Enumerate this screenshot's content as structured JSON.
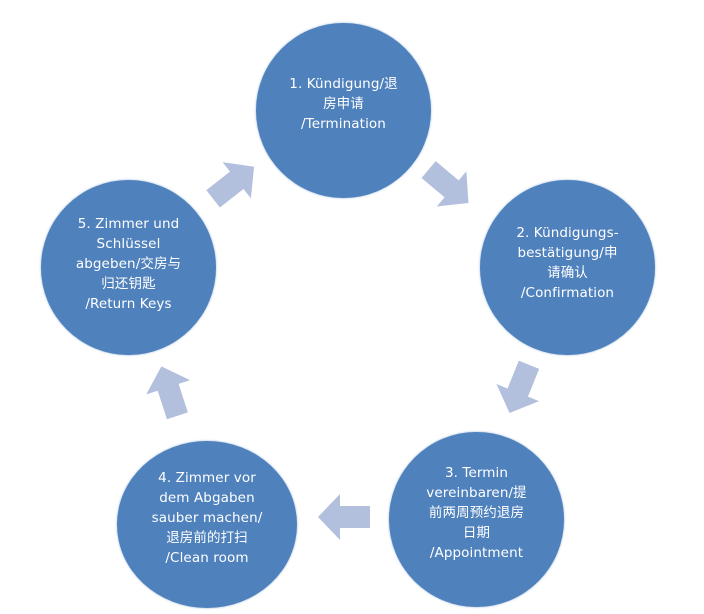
{
  "diagram": {
    "type": "cycle",
    "colors": {
      "node_fill": "#4f81bd",
      "node_text": "#ffffff",
      "arrow_fill": "#b3c0dd",
      "background": "#ffffff"
    },
    "nodes": [
      {
        "id": "1",
        "lines": [
          "1. Kündigung/退",
          "房申请",
          "/Termination"
        ]
      },
      {
        "id": "2",
        "lines": [
          "2. Kündigungs-",
          "bestätigung/申",
          "请确认",
          "/Confirmation"
        ]
      },
      {
        "id": "3",
        "lines": [
          "3. Termin",
          "vereinbaren/提",
          "前两周预约退房",
          "日期",
          "/Appointment"
        ]
      },
      {
        "id": "4",
        "lines": [
          "4. Zimmer vor",
          "dem Abgaben",
          "sauber machen/",
          "退房前的打扫",
          "/Clean room"
        ]
      },
      {
        "id": "5",
        "lines": [
          "5. Zimmer und",
          "Schlüssel",
          "abgeben/交房与",
          "归还钥匙",
          "/Return Keys"
        ]
      }
    ],
    "arrows": [
      {
        "from": "1",
        "to": "2",
        "icon": "arrow-down-right-icon"
      },
      {
        "from": "2",
        "to": "3",
        "icon": "arrow-down-left-icon"
      },
      {
        "from": "3",
        "to": "4",
        "icon": "arrow-left-icon"
      },
      {
        "from": "4",
        "to": "5",
        "icon": "arrow-up-left-icon"
      },
      {
        "from": "5",
        "to": "1",
        "icon": "arrow-up-right-icon"
      }
    ]
  }
}
